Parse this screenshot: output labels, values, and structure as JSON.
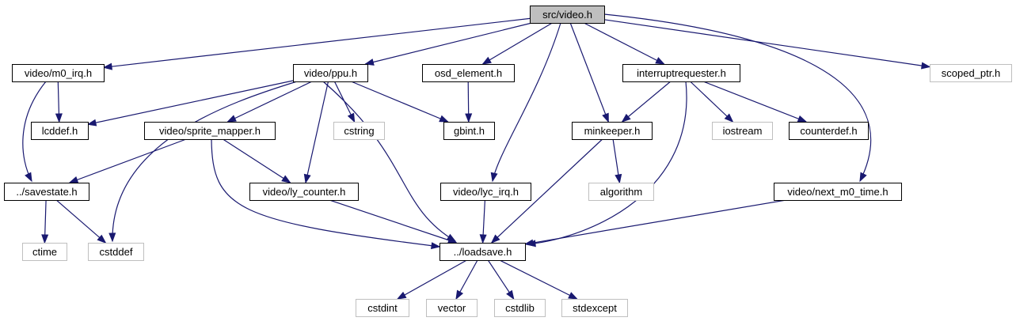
{
  "graph": {
    "nodes": [
      {
        "id": "video_h",
        "label": "src/video.h",
        "kind": "root"
      },
      {
        "id": "m0_irq",
        "label": "video/m0_irq.h",
        "kind": "internal"
      },
      {
        "id": "ppu",
        "label": "video/ppu.h",
        "kind": "internal"
      },
      {
        "id": "osd_element",
        "label": "osd_element.h",
        "kind": "internal"
      },
      {
        "id": "interruptrequester",
        "label": "interruptrequester.h",
        "kind": "internal"
      },
      {
        "id": "scoped_ptr",
        "label": "scoped_ptr.h",
        "kind": "external"
      },
      {
        "id": "lcddef",
        "label": "lcddef.h",
        "kind": "internal"
      },
      {
        "id": "sprite_mapper",
        "label": "video/sprite_mapper.h",
        "kind": "internal"
      },
      {
        "id": "cstring",
        "label": "cstring",
        "kind": "external"
      },
      {
        "id": "gbint",
        "label": "gbint.h",
        "kind": "internal"
      },
      {
        "id": "minkeeper",
        "label": "minkeeper.h",
        "kind": "internal"
      },
      {
        "id": "iostream",
        "label": "iostream",
        "kind": "external"
      },
      {
        "id": "counterdef",
        "label": "counterdef.h",
        "kind": "internal"
      },
      {
        "id": "savestate",
        "label": "../savestate.h",
        "kind": "internal"
      },
      {
        "id": "ly_counter",
        "label": "video/ly_counter.h",
        "kind": "internal"
      },
      {
        "id": "lyc_irq",
        "label": "video/lyc_irq.h",
        "kind": "internal"
      },
      {
        "id": "algorithm",
        "label": "algorithm",
        "kind": "external"
      },
      {
        "id": "next_m0_time",
        "label": "video/next_m0_time.h",
        "kind": "internal"
      },
      {
        "id": "ctime",
        "label": "ctime",
        "kind": "external"
      },
      {
        "id": "cstddef",
        "label": "cstddef",
        "kind": "external"
      },
      {
        "id": "loadsave",
        "label": "../loadsave.h",
        "kind": "internal"
      },
      {
        "id": "cstdint",
        "label": "cstdint",
        "kind": "external"
      },
      {
        "id": "vector",
        "label": "vector",
        "kind": "external"
      },
      {
        "id": "cstdlib",
        "label": "cstdlib",
        "kind": "external"
      },
      {
        "id": "stdexcept",
        "label": "stdexcept",
        "kind": "external"
      }
    ],
    "edges": [
      [
        "video_h",
        "m0_irq"
      ],
      [
        "video_h",
        "ppu"
      ],
      [
        "video_h",
        "osd_element"
      ],
      [
        "video_h",
        "interruptrequester"
      ],
      [
        "video_h",
        "scoped_ptr"
      ],
      [
        "video_h",
        "minkeeper"
      ],
      [
        "video_h",
        "lyc_irq"
      ],
      [
        "video_h",
        "next_m0_time"
      ],
      [
        "m0_irq",
        "lcddef"
      ],
      [
        "m0_irq",
        "savestate"
      ],
      [
        "ppu",
        "lcddef"
      ],
      [
        "ppu",
        "sprite_mapper"
      ],
      [
        "ppu",
        "cstring"
      ],
      [
        "ppu",
        "gbint"
      ],
      [
        "ppu",
        "ly_counter"
      ],
      [
        "ppu",
        "cstddef"
      ],
      [
        "ppu",
        "loadsave"
      ],
      [
        "osd_element",
        "gbint"
      ],
      [
        "interruptrequester",
        "minkeeper"
      ],
      [
        "interruptrequester",
        "iostream"
      ],
      [
        "interruptrequester",
        "counterdef"
      ],
      [
        "interruptrequester",
        "loadsave"
      ],
      [
        "sprite_mapper",
        "savestate"
      ],
      [
        "sprite_mapper",
        "ly_counter"
      ],
      [
        "sprite_mapper",
        "loadsave"
      ],
      [
        "minkeeper",
        "algorithm"
      ],
      [
        "minkeeper",
        "loadsave"
      ],
      [
        "savestate",
        "ctime"
      ],
      [
        "savestate",
        "cstddef"
      ],
      [
        "ly_counter",
        "loadsave"
      ],
      [
        "lyc_irq",
        "loadsave"
      ],
      [
        "next_m0_time",
        "loadsave"
      ],
      [
        "loadsave",
        "cstdint"
      ],
      [
        "loadsave",
        "vector"
      ],
      [
        "loadsave",
        "cstdlib"
      ],
      [
        "loadsave",
        "stdexcept"
      ]
    ],
    "colors": {
      "edge": "#191970",
      "root_fill": "#bfbfbf",
      "internal_border": "#000000",
      "external_border": "#bfbfbf",
      "node_fill": "#ffffff"
    }
  }
}
